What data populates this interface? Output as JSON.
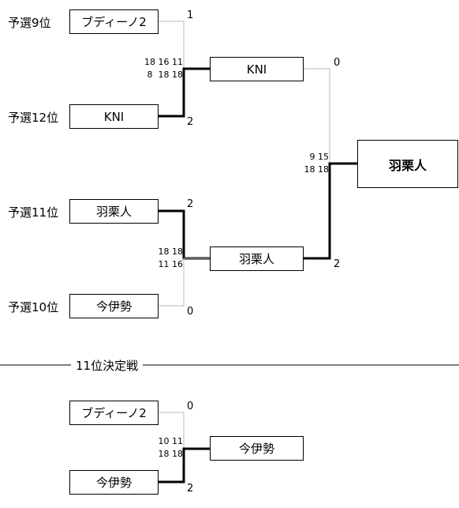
{
  "bracket": {
    "r1": [
      {
        "seed": "予選9位",
        "team": "ブディーノ2",
        "score": "1"
      },
      {
        "seed": "予選12位",
        "team": "KNI",
        "score": "2"
      },
      {
        "seed": "予選11位",
        "team": "羽栗人",
        "score": "2"
      },
      {
        "seed": "予選10位",
        "team": "今伊勢",
        "score": "0"
      }
    ],
    "semi1": {
      "games_top": "18 16 11",
      "games_bottom": "8  18 18"
    },
    "semi2": {
      "games_top": "18 18",
      "games_bottom": "11 16"
    },
    "r2": [
      {
        "team": "KNI",
        "score": "0"
      },
      {
        "team": "羽栗人",
        "score": "2"
      }
    ],
    "final": {
      "games_top": "9 15",
      "games_bottom": "18 18"
    },
    "winner": "羽栗人"
  },
  "playoff": {
    "title": "11位決定戦",
    "teams": [
      {
        "team": "ブディーノ2",
        "score": "0"
      },
      {
        "team": "今伊勢",
        "score": "2"
      }
    ],
    "games_top": "10 11",
    "games_bottom": "18 18",
    "winner": "今伊勢"
  }
}
